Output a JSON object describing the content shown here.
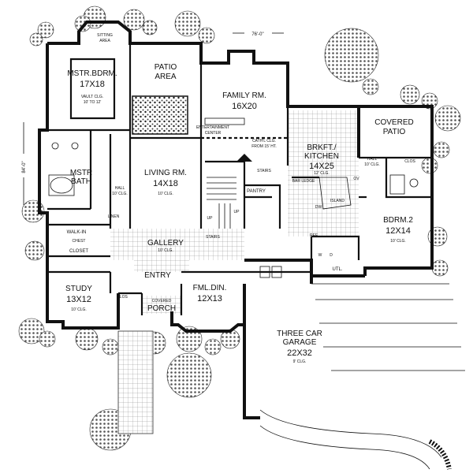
{
  "dimensions": {
    "width": "76'-0\"",
    "depth": "84'-0\""
  },
  "rooms": {
    "sitting": {
      "name": "SITTING",
      "name2": "AREA"
    },
    "master": {
      "name": "MSTR.BDRM.",
      "size": "17X18",
      "note": "VAULT CLG.",
      "note2": "10' TO 12'"
    },
    "patio": {
      "name": "PATIO",
      "name2": "AREA"
    },
    "family": {
      "name": "FAMILY RM.",
      "size": "16X20"
    },
    "entertainment": {
      "name": "ENTERTAINMENT",
      "name2": "CENTER"
    },
    "cathedral": {
      "name": "CATH'L CLG.",
      "name2": "FROM 15' HT."
    },
    "covered_patio": {
      "name": "COVERED",
      "name2": "PATIO"
    },
    "kitchen": {
      "name": "BRKFT./",
      "name2": "KITCHEN",
      "size": "14X25",
      "note": "12' CLG."
    },
    "bar_ledge": {
      "name": "BAR LEDGE"
    },
    "island": {
      "name": "ISLAND"
    },
    "dw": {
      "name": "DW"
    },
    "ov": {
      "name": "OV"
    },
    "hall_right": {
      "name": "HALL",
      "note": "10' CLG."
    },
    "clos_right": {
      "name": "CLOS"
    },
    "bdrm2": {
      "name": "BDRM.2",
      "size": "12X14",
      "note": "10' CLG."
    },
    "mstr_bath": {
      "name": "MSTR",
      "name2": "BATH"
    },
    "hall_left": {
      "name": "HALL",
      "note": "10' CLG."
    },
    "linen": {
      "name": "LINEN"
    },
    "walkin": {
      "name": "WALK-IN",
      "name2": "CLOSET"
    },
    "chest": {
      "name": "CHEST"
    },
    "living": {
      "name": "LIVING RM.",
      "size": "14X18",
      "note": "10' CLG."
    },
    "stairs": {
      "name": "STAIRS"
    },
    "pantry": {
      "name": "PANTRY"
    },
    "up1": {
      "name": "UP"
    },
    "up2": {
      "name": "UP"
    },
    "stairs2": {
      "name": "STAIRS"
    },
    "ref": {
      "name": "REF"
    },
    "wd": {
      "w": "W",
      "d": "D"
    },
    "utl": {
      "name": "UTL."
    },
    "gallery": {
      "name": "GALLERY",
      "note": "10' CLG."
    },
    "entry": {
      "name": "ENTRY"
    },
    "study": {
      "name": "STUDY",
      "size": "13X12",
      "note": "10' CLG."
    },
    "clos_study": {
      "name": "CLOS"
    },
    "porch": {
      "name": "COVERED",
      "name2": "PORCH"
    },
    "fml_din": {
      "name": "FML.DIN.",
      "size": "12X13"
    },
    "garage": {
      "name": "THREE CAR",
      "name2": "GARAGE",
      "size": "22X32",
      "note": "9' CLG."
    }
  }
}
